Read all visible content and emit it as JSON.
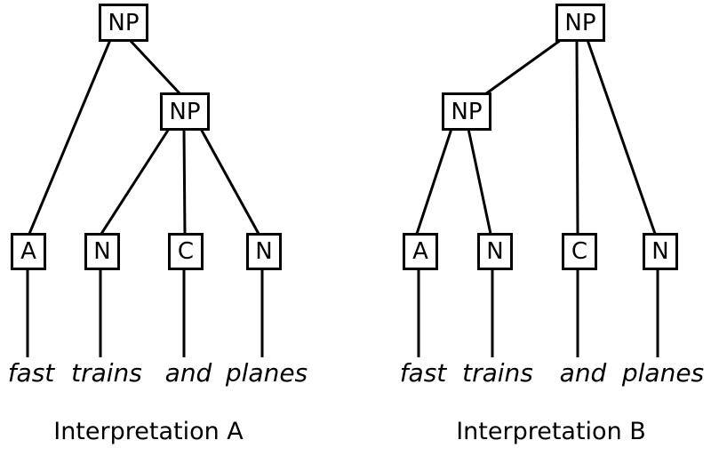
{
  "diagram": {
    "background_color": "#ffffff",
    "line_color": "#000000",
    "phrase": "fast trains and planes",
    "trees": [
      {
        "id": "A",
        "caption": "Interpretation A",
        "nodes": {
          "root": "NP",
          "inner": "NP",
          "leaf1": "A",
          "leaf2": "N",
          "leaf3": "C",
          "leaf4": "N"
        },
        "edges": [
          "root->A",
          "root->NP",
          "NP->N",
          "NP->C",
          "NP->N"
        ],
        "words": [
          "fast",
          "trains",
          "and",
          "planes"
        ]
      },
      {
        "id": "B",
        "caption": "Interpretation B",
        "nodes": {
          "root": "NP",
          "inner": "NP",
          "leaf1": "A",
          "leaf2": "N",
          "leaf3": "C",
          "leaf4": "N"
        },
        "edges": [
          "root->NP",
          "root->C",
          "root->N",
          "NP->A",
          "NP->N"
        ],
        "words": [
          "fast",
          "trains",
          "and",
          "planes"
        ]
      }
    ]
  }
}
